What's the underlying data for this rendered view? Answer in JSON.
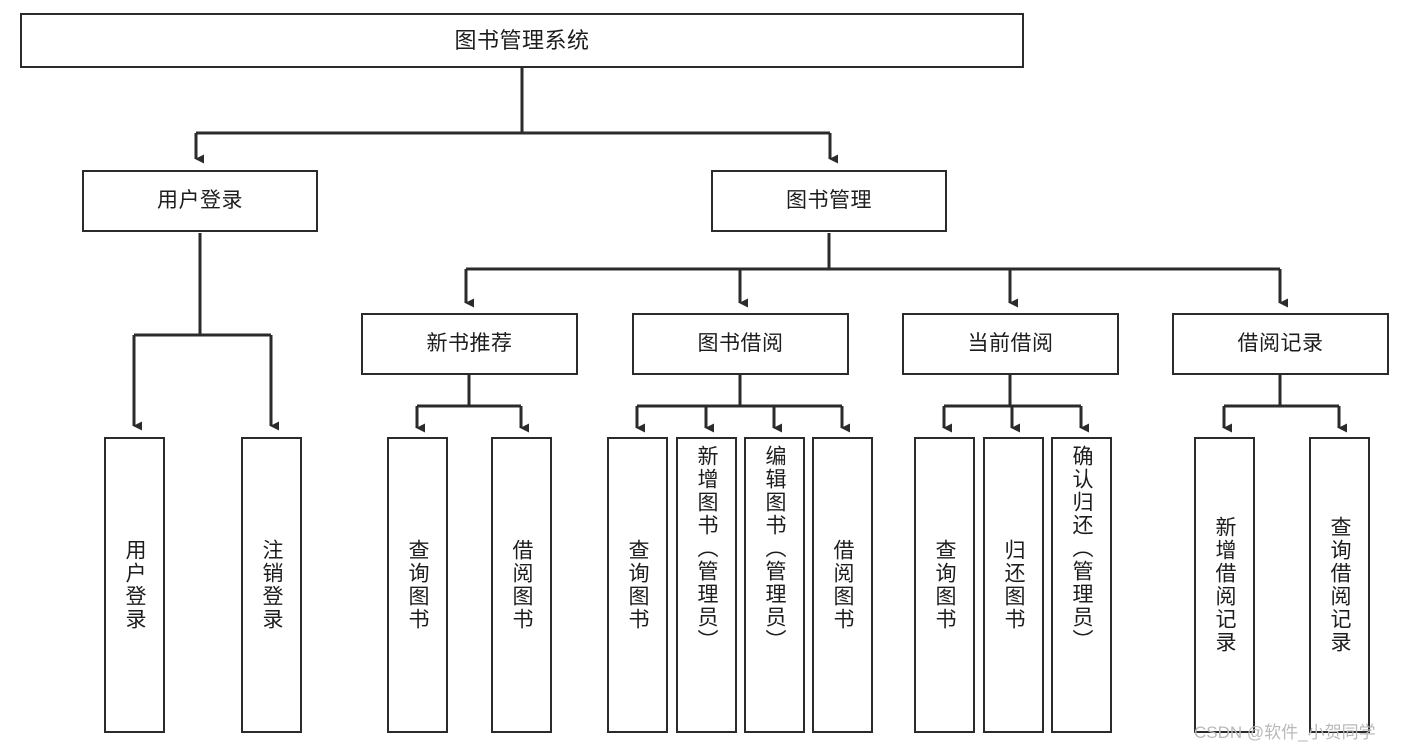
{
  "diagram": {
    "type": "tree-hierarchy-functional-structure",
    "title": "图书管理系统",
    "colors": {
      "box_border": "#2b2b2b",
      "box_fill": "#ffffff",
      "edge": "#2b2b2b",
      "text": "#1d1d1d",
      "watermark": "#b9b9b9",
      "background": "#ffffff"
    },
    "root": {
      "label": "图书管理系统"
    },
    "level2": [
      {
        "id": "user-login",
        "label": "用户登录"
      },
      {
        "id": "book-management",
        "label": "图书管理"
      }
    ],
    "level3": [
      {
        "id": "new-book-recommend",
        "label": "新书推荐",
        "parent": "book-management"
      },
      {
        "id": "book-borrow",
        "label": "图书借阅",
        "parent": "book-management"
      },
      {
        "id": "current-borrow",
        "label": "当前借阅",
        "parent": "book-management"
      },
      {
        "id": "borrow-record",
        "label": "借阅记录",
        "parent": "book-management"
      }
    ],
    "leaves": {
      "user-login": [
        {
          "id": "leaf-user-login",
          "label": "用户登录"
        },
        {
          "id": "leaf-logout-login",
          "label": "注销登录"
        }
      ],
      "new-book-recommend": [
        {
          "id": "leaf-query-book-1",
          "label": "查询图书"
        },
        {
          "id": "leaf-borrow-book-1",
          "label": "借阅图书"
        }
      ],
      "book-borrow": [
        {
          "id": "leaf-query-book-2",
          "label": "查询图书"
        },
        {
          "id": "leaf-add-book-admin",
          "label": "新增图书（管理员）"
        },
        {
          "id": "leaf-edit-book-admin",
          "label": "编辑图书（管理员）"
        },
        {
          "id": "leaf-borrow-book-2",
          "label": "借阅图书"
        }
      ],
      "current-borrow": [
        {
          "id": "leaf-query-book-3",
          "label": "查询图书"
        },
        {
          "id": "leaf-return-book",
          "label": "归还图书"
        },
        {
          "id": "leaf-confirm-return-admin",
          "label": "确认归还（管理员）"
        }
      ],
      "borrow-record": [
        {
          "id": "leaf-add-borrow-record",
          "label": "新增借阅记录"
        },
        {
          "id": "leaf-query-borrow-record",
          "label": "查询借阅记录"
        }
      ]
    },
    "watermark": {
      "text": "CSDN @软件_小贺同学"
    }
  }
}
